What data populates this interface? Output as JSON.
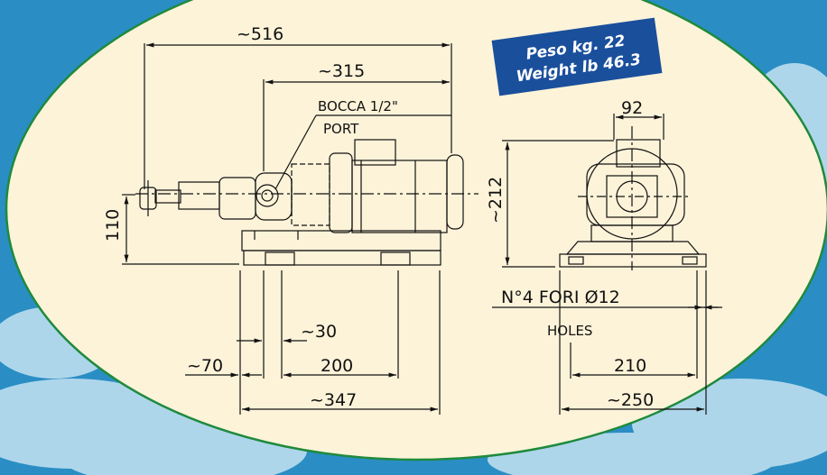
{
  "weight_badge": {
    "line1": "Peso kg. 22",
    "line2": "Weight lb 46.3",
    "color": "#1a4f9c"
  },
  "dimensions": {
    "overall_length": "~516",
    "motor_length": "~315",
    "shaft_height": "110",
    "offset_30": "~30",
    "offset_70": "~70",
    "bolt_spacing": "200",
    "base_length": "~347",
    "height": "~212",
    "width_92": "92",
    "base_inner_width": "210",
    "base_outer_width": "~250"
  },
  "labels": {
    "port_it": "BOCCA 1/2\"",
    "port_en": "PORT",
    "holes_it": "N°4 FORI Ø12",
    "holes_en": "HOLES"
  },
  "colors": {
    "sky": "#2a8ec4",
    "cloud": "#dbeef8",
    "panel": "#fdf3d9",
    "border": "#1f8a3c"
  }
}
